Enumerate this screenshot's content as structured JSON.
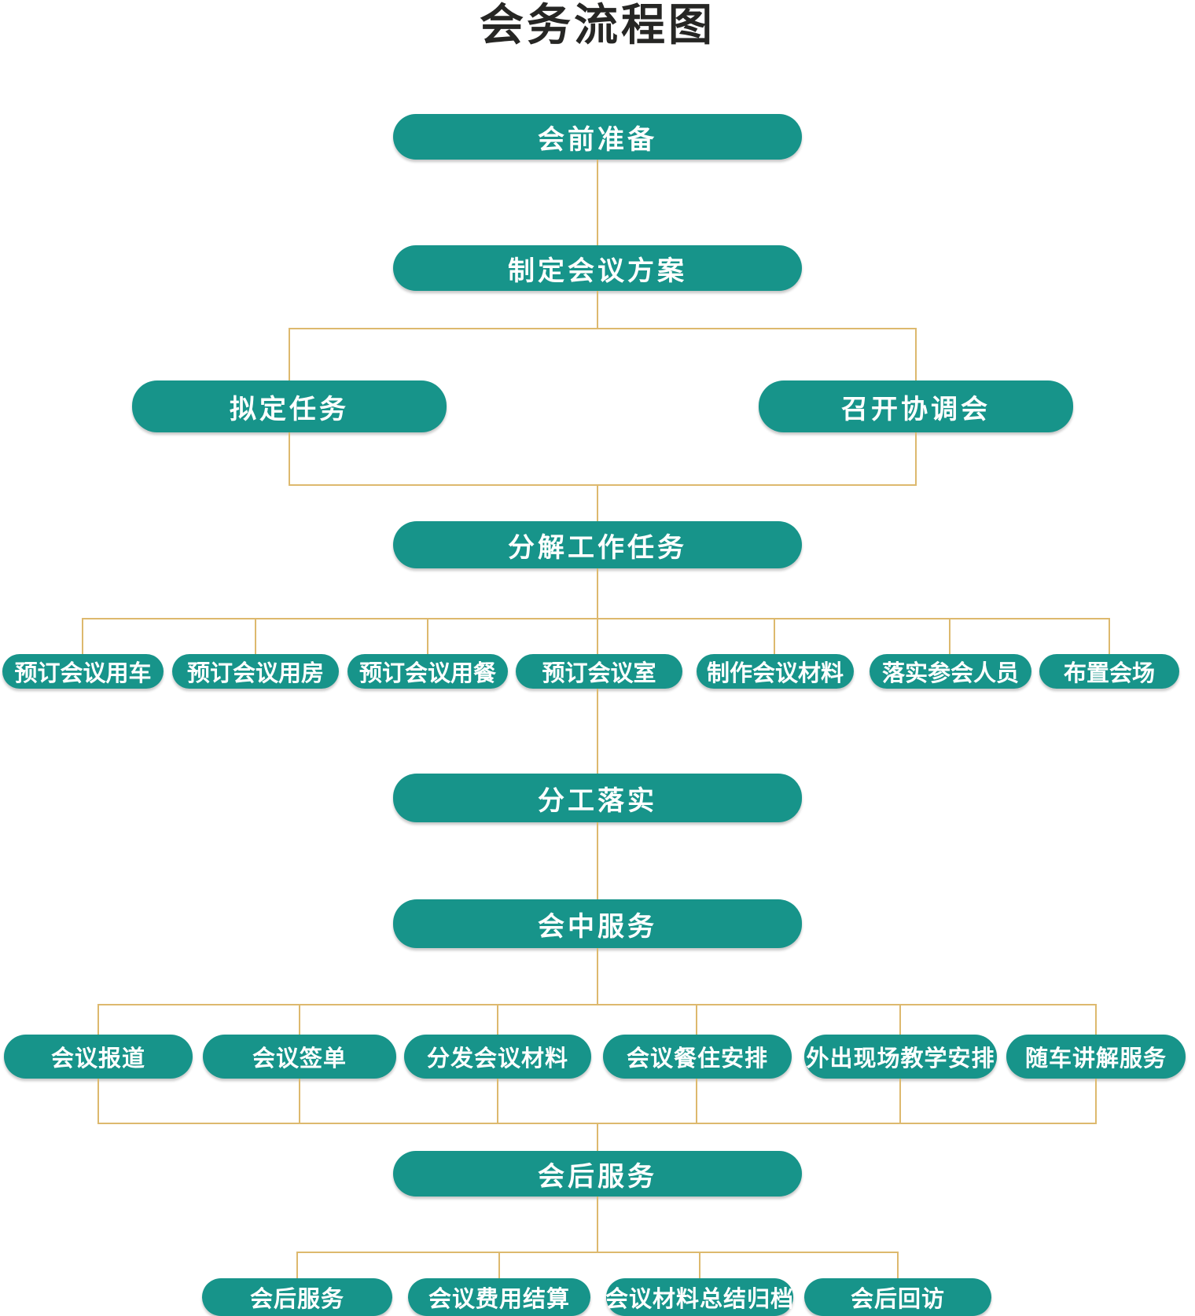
{
  "title": "会务流程图",
  "colors": {
    "node_fill": "#17948A",
    "node_text": "#FFFFFF",
    "connector": "#DDB96E",
    "title_color": "#262624",
    "background": "#FFFFFF"
  },
  "flow": {
    "pre_meeting": "会前准备",
    "make_plan": "制定会议方案",
    "plan_branches": [
      "拟定任务",
      "召开协调会"
    ],
    "decompose": "分解工作任务",
    "preparation_tasks": [
      "预订会议用车",
      "预订会议用房",
      "预订会议用餐",
      "预订会议室",
      "制作会议材料",
      "落实参会人员",
      "布置会场"
    ],
    "assign_work": "分工落实",
    "in_meeting_service": "会中服务",
    "in_meeting_tasks": [
      "会议报道",
      "会议签单",
      "分发会议材料",
      "会议餐住安排",
      "外出现场教学安排",
      "随车讲解服务"
    ],
    "post_meeting_service": "会后服务",
    "post_meeting_tasks": [
      "会后服务",
      "会议费用结算",
      "会议材料总结归档",
      "会后回访"
    ]
  }
}
